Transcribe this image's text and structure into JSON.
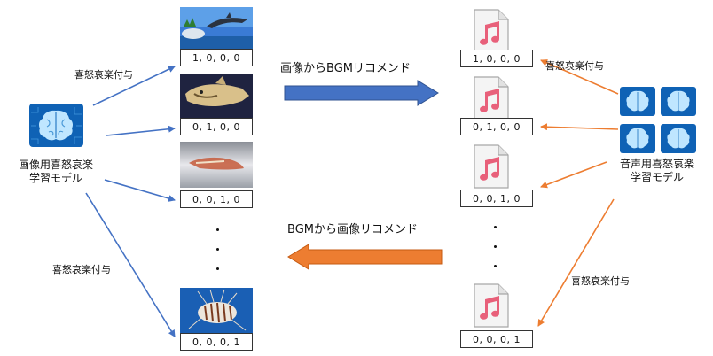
{
  "left_model": {
    "label_line1": "画像用喜怒哀楽",
    "label_line2": "学習モデル",
    "icon": "brain-chip-icon"
  },
  "right_model": {
    "label_line1": "音声用喜怒哀楽",
    "label_line2": "学習モデル",
    "icon": "brain-chip-icon"
  },
  "annotations": {
    "assign_top_left": "喜怒哀楽付与",
    "assign_bottom_left": "喜怒哀楽付与",
    "assign_top_right": "喜怒哀楽付与",
    "assign_bottom_right": "喜怒哀楽付与"
  },
  "flows": {
    "image_to_bgm": "画像からBGMリコメンド",
    "bgm_to_image": "BGMから画像リコメンド"
  },
  "images": [
    {
      "vector": "1, 0, 0, 0",
      "subject": "dolphin"
    },
    {
      "vector": "0, 1, 0, 0",
      "subject": "shark"
    },
    {
      "vector": "0, 0, 1, 0",
      "subject": "specimen"
    },
    {
      "vector": "0, 0, 0, 1",
      "subject": "lionfish"
    }
  ],
  "music": [
    {
      "vector": "1, 0, 0, 0",
      "icon": "music-file-icon"
    },
    {
      "vector": "0, 1, 0, 0",
      "icon": "music-file-icon"
    },
    {
      "vector": "0, 0, 1, 0",
      "icon": "music-file-icon"
    },
    {
      "vector": "0, 0, 0, 1",
      "icon": "music-file-icon"
    }
  ],
  "colors": {
    "blue_arrow": "#4472C4",
    "orange_arrow": "#ED7D31",
    "note_pink": "#E8607A",
    "brain_bg": "#0F62B5",
    "brain_glow": "#BFE6FF"
  }
}
